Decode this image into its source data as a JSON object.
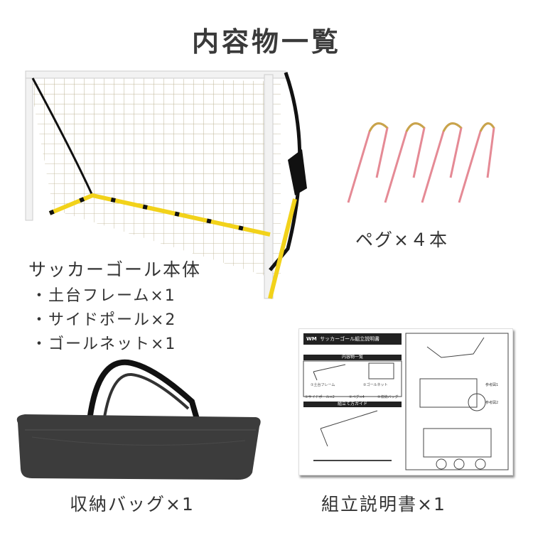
{
  "title": "内容物一覧",
  "goal": {
    "label": "サッカーゴール本体",
    "parts": [
      "・土台フレーム×1",
      "・サイドポール×2",
      "・ゴールネット×1"
    ]
  },
  "pegs": {
    "label": "ペグ×４本"
  },
  "bag": {
    "label": "収納バッグ×1"
  },
  "manual": {
    "label": "組立説明書×1",
    "heading": "サッカーゴール組立説明書",
    "logo": "WM",
    "section1": "内容物一覧",
    "section2": "組立て方ガイド",
    "items": [
      "①土台フレーム",
      "②ゴールネット",
      "③サイドポール×2",
      "④ペグ×4",
      "⑤収納バッグ"
    ],
    "notes": [
      "参考図1",
      "参考図2"
    ]
  },
  "colors": {
    "frame": "#f0f0f0",
    "accent": "#f2d21a",
    "strap": "#1a1a1a",
    "peg": "#e58a95"
  }
}
